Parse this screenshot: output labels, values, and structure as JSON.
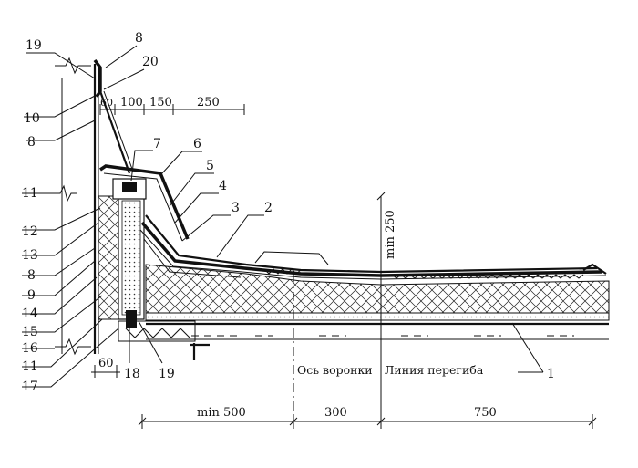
{
  "callouts": {
    "c19a": "19",
    "c8a": "8",
    "c20": "20",
    "c10": "10",
    "c8b": "8",
    "c7": "7",
    "c6": "6",
    "c5": "5",
    "c11a": "11",
    "c4": "4",
    "c3": "3",
    "c2": "2",
    "c12": "12",
    "c13": "13",
    "c8c": "8",
    "c9": "9",
    "c14": "14",
    "c15": "15",
    "c16": "16",
    "c11b": "11",
    "c17": "17",
    "c18": "18",
    "c19b": "19",
    "c1": "1"
  },
  "dimensions": {
    "d60_top": "60",
    "d100": "100",
    "d150": "150",
    "d250": "250",
    "dmin250": "min 250",
    "d60_bottom": "60",
    "dmin500": "min 500",
    "d300": "300",
    "d750": "750"
  },
  "captions": {
    "funnel_axis": "Ось воронки",
    "bend_line": "Линия перегиба"
  }
}
